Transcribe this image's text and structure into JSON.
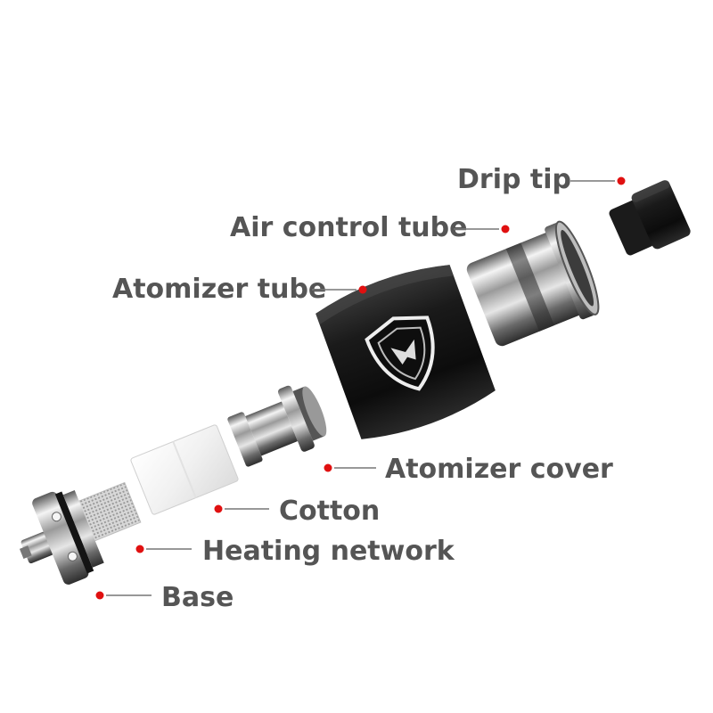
{
  "labels": {
    "drip_tip": "Drip tip",
    "air_control_tube": "Air control tube",
    "atomizer_tube": "Atomizer tube",
    "atomizer_cover": "Atomizer cover",
    "cotton": "Cotton",
    "heating_network": "Heating network",
    "base": "Base"
  },
  "colors": {
    "label_text": "#555555",
    "marker_dot": "#e01010",
    "leader_line": "#777777",
    "metal_light": "#f2f2f2",
    "metal_dark": "#3a3a3a",
    "black_body": "#151515"
  }
}
